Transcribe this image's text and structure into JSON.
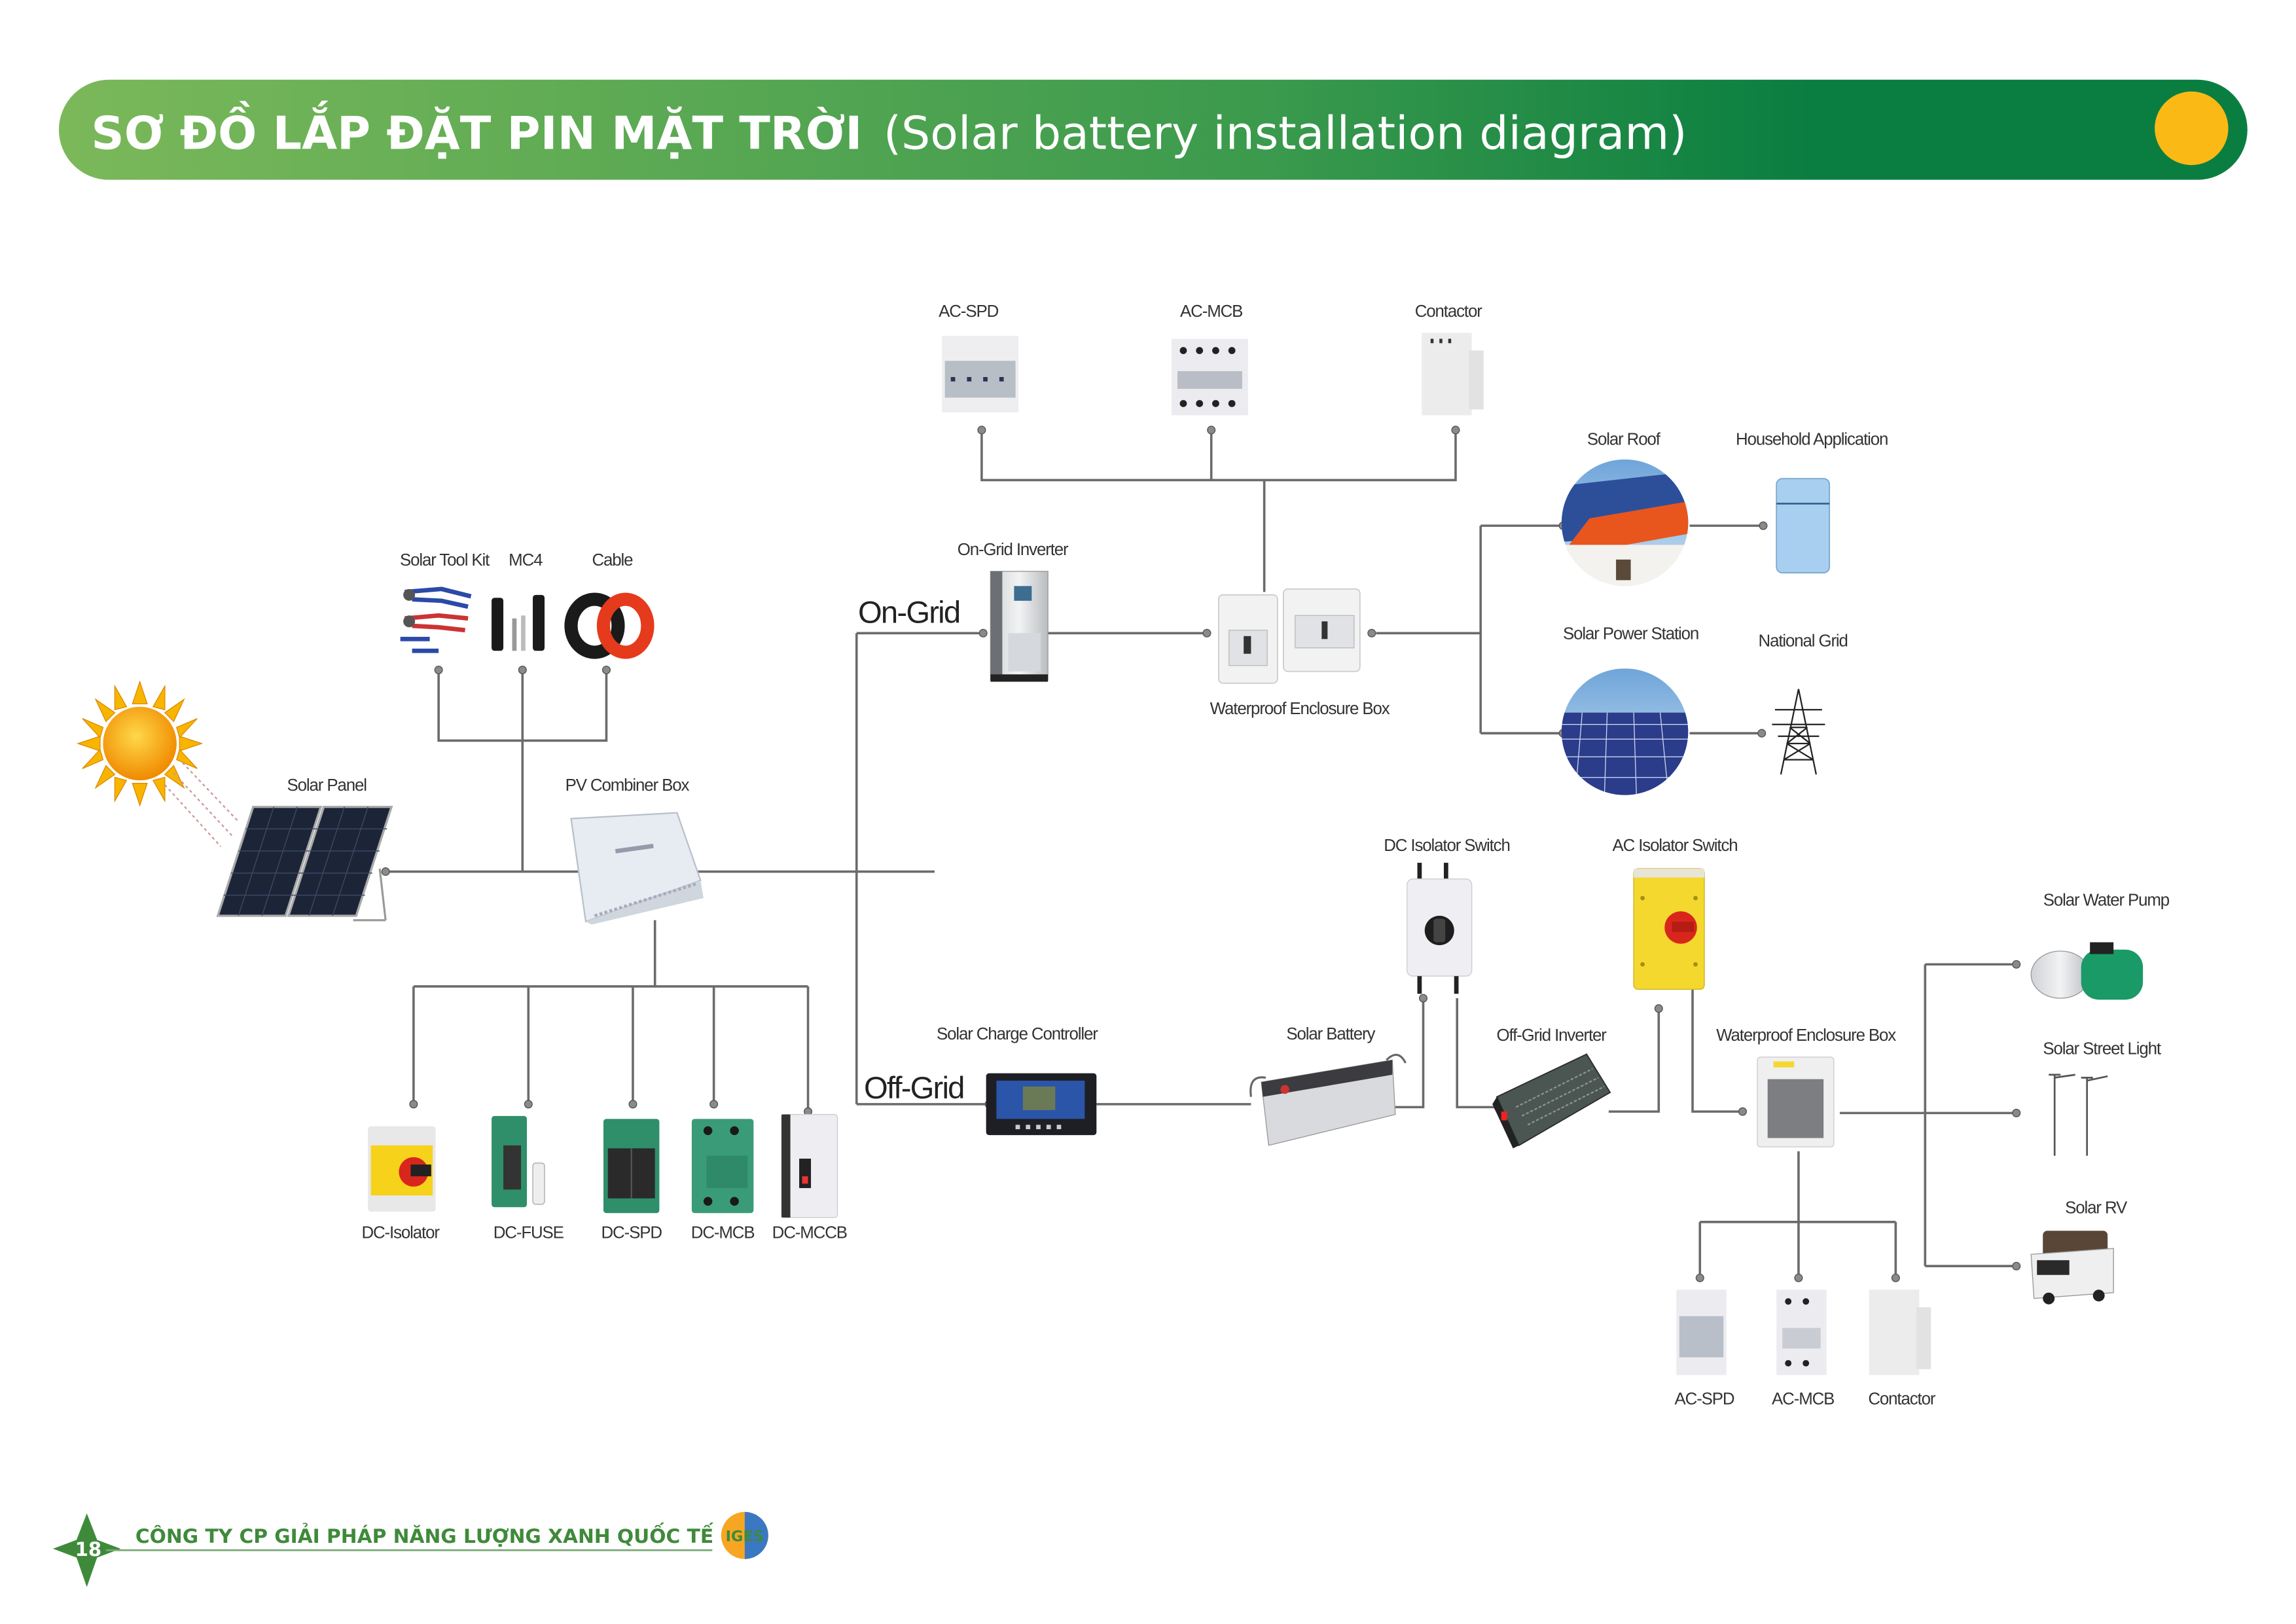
{
  "header": {
    "title_bold": "SƠ ĐỒ LẮP ĐẶT PIN MẶT TRỜI",
    "title_regular": "(Solar battery installation diagram)",
    "gradient_start": "#7bb85a",
    "gradient_end": "#0a7e40",
    "accent_dot_color": "#fbb916"
  },
  "diagram": {
    "source": {
      "sun_label": "",
      "solar_panel": "Solar Panel",
      "pv_combiner_box": "PV Combiner Box"
    },
    "accessories": [
      {
        "label": "Solar Tool Kit"
      },
      {
        "label": "MC4"
      },
      {
        "label": "Cable"
      }
    ],
    "dc_protection": [
      {
        "label": "DC-Isolator"
      },
      {
        "label": "DC-FUSE"
      },
      {
        "label": "DC-SPD"
      },
      {
        "label": "DC-MCB"
      },
      {
        "label": "DC-MCCB"
      }
    ],
    "on_grid": {
      "branch_label": "On-Grid",
      "inverter": "On-Grid Inverter",
      "enclosure": "Waterproof Enclosure Box",
      "ac_components": [
        {
          "label": "AC-SPD"
        },
        {
          "label": "AC-MCB"
        },
        {
          "label": "Contactor"
        }
      ],
      "outputs": [
        {
          "label": "Solar Roof"
        },
        {
          "label": "Household Application"
        },
        {
          "label": "Solar Power Station"
        },
        {
          "label": "National Grid"
        }
      ]
    },
    "off_grid": {
      "branch_label": "Off-Grid",
      "charge_controller": "Solar Charge Controller",
      "battery": "Solar Battery",
      "dc_isolator": "DC Isolator Switch",
      "inverter": "Off-Grid Inverter",
      "ac_isolator": "AC Isolator Switch",
      "enclosure": "Waterproof Enclosure Box",
      "ac_components": [
        {
          "label": "AC-SPD"
        },
        {
          "label": "AC-MCB"
        },
        {
          "label": "Contactor"
        }
      ],
      "loads": [
        {
          "label": "Solar Water Pump"
        },
        {
          "label": "Solar Street Light"
        },
        {
          "label": "Solar RV"
        }
      ]
    }
  },
  "footer": {
    "page_number": "18",
    "company": "CÔNG TY CP GIẢI PHÁP NĂNG LƯỢNG XANH QUỐC TẾ",
    "logo_text": "IGES",
    "brand_green": "#3f8a3a"
  }
}
